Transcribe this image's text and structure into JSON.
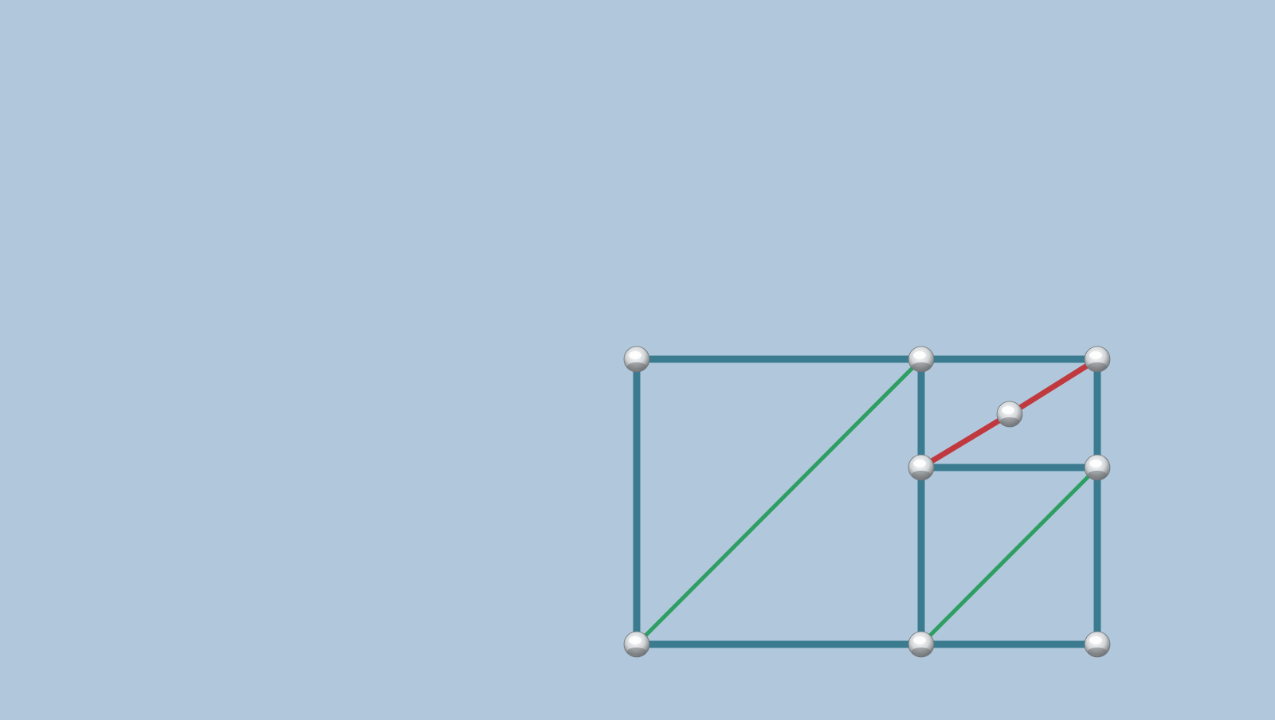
{
  "colors": {
    "background": "#b1c8dc",
    "frame_edge": "#3a7b90",
    "diagonal_brace": "#2e9e63",
    "highlighted_edge": "#c0393e",
    "node_light": "#ffffff",
    "node_mid": "#d4d7da",
    "node_dark": "#6f7275"
  },
  "nodes": [
    {
      "id": "n1",
      "kind": "corner"
    },
    {
      "id": "n2",
      "kind": "corner"
    },
    {
      "id": "n3",
      "kind": "corner"
    },
    {
      "id": "n4",
      "kind": "junction"
    },
    {
      "id": "n5",
      "kind": "junction"
    },
    {
      "id": "n6",
      "kind": "corner"
    },
    {
      "id": "n7",
      "kind": "junction"
    },
    {
      "id": "n8",
      "kind": "corner"
    },
    {
      "id": "n9",
      "kind": "midpoint"
    }
  ],
  "edges": [
    {
      "from": "n1",
      "to": "n2",
      "style": "frame"
    },
    {
      "from": "n2",
      "to": "n3",
      "style": "frame"
    },
    {
      "from": "n1",
      "to": "n6",
      "style": "frame"
    },
    {
      "from": "n2",
      "to": "n4",
      "style": "frame"
    },
    {
      "from": "n4",
      "to": "n7",
      "style": "frame"
    },
    {
      "from": "n3",
      "to": "n5",
      "style": "frame"
    },
    {
      "from": "n5",
      "to": "n8",
      "style": "frame"
    },
    {
      "from": "n4",
      "to": "n5",
      "style": "frame"
    },
    {
      "from": "n6",
      "to": "n7",
      "style": "frame"
    },
    {
      "from": "n7",
      "to": "n8",
      "style": "frame"
    },
    {
      "from": "n6",
      "to": "n2",
      "style": "brace"
    },
    {
      "from": "n7",
      "to": "n5",
      "style": "brace"
    },
    {
      "from": "n4",
      "to": "n9",
      "style": "highlight"
    },
    {
      "from": "n9",
      "to": "n3",
      "style": "highlight"
    }
  ]
}
